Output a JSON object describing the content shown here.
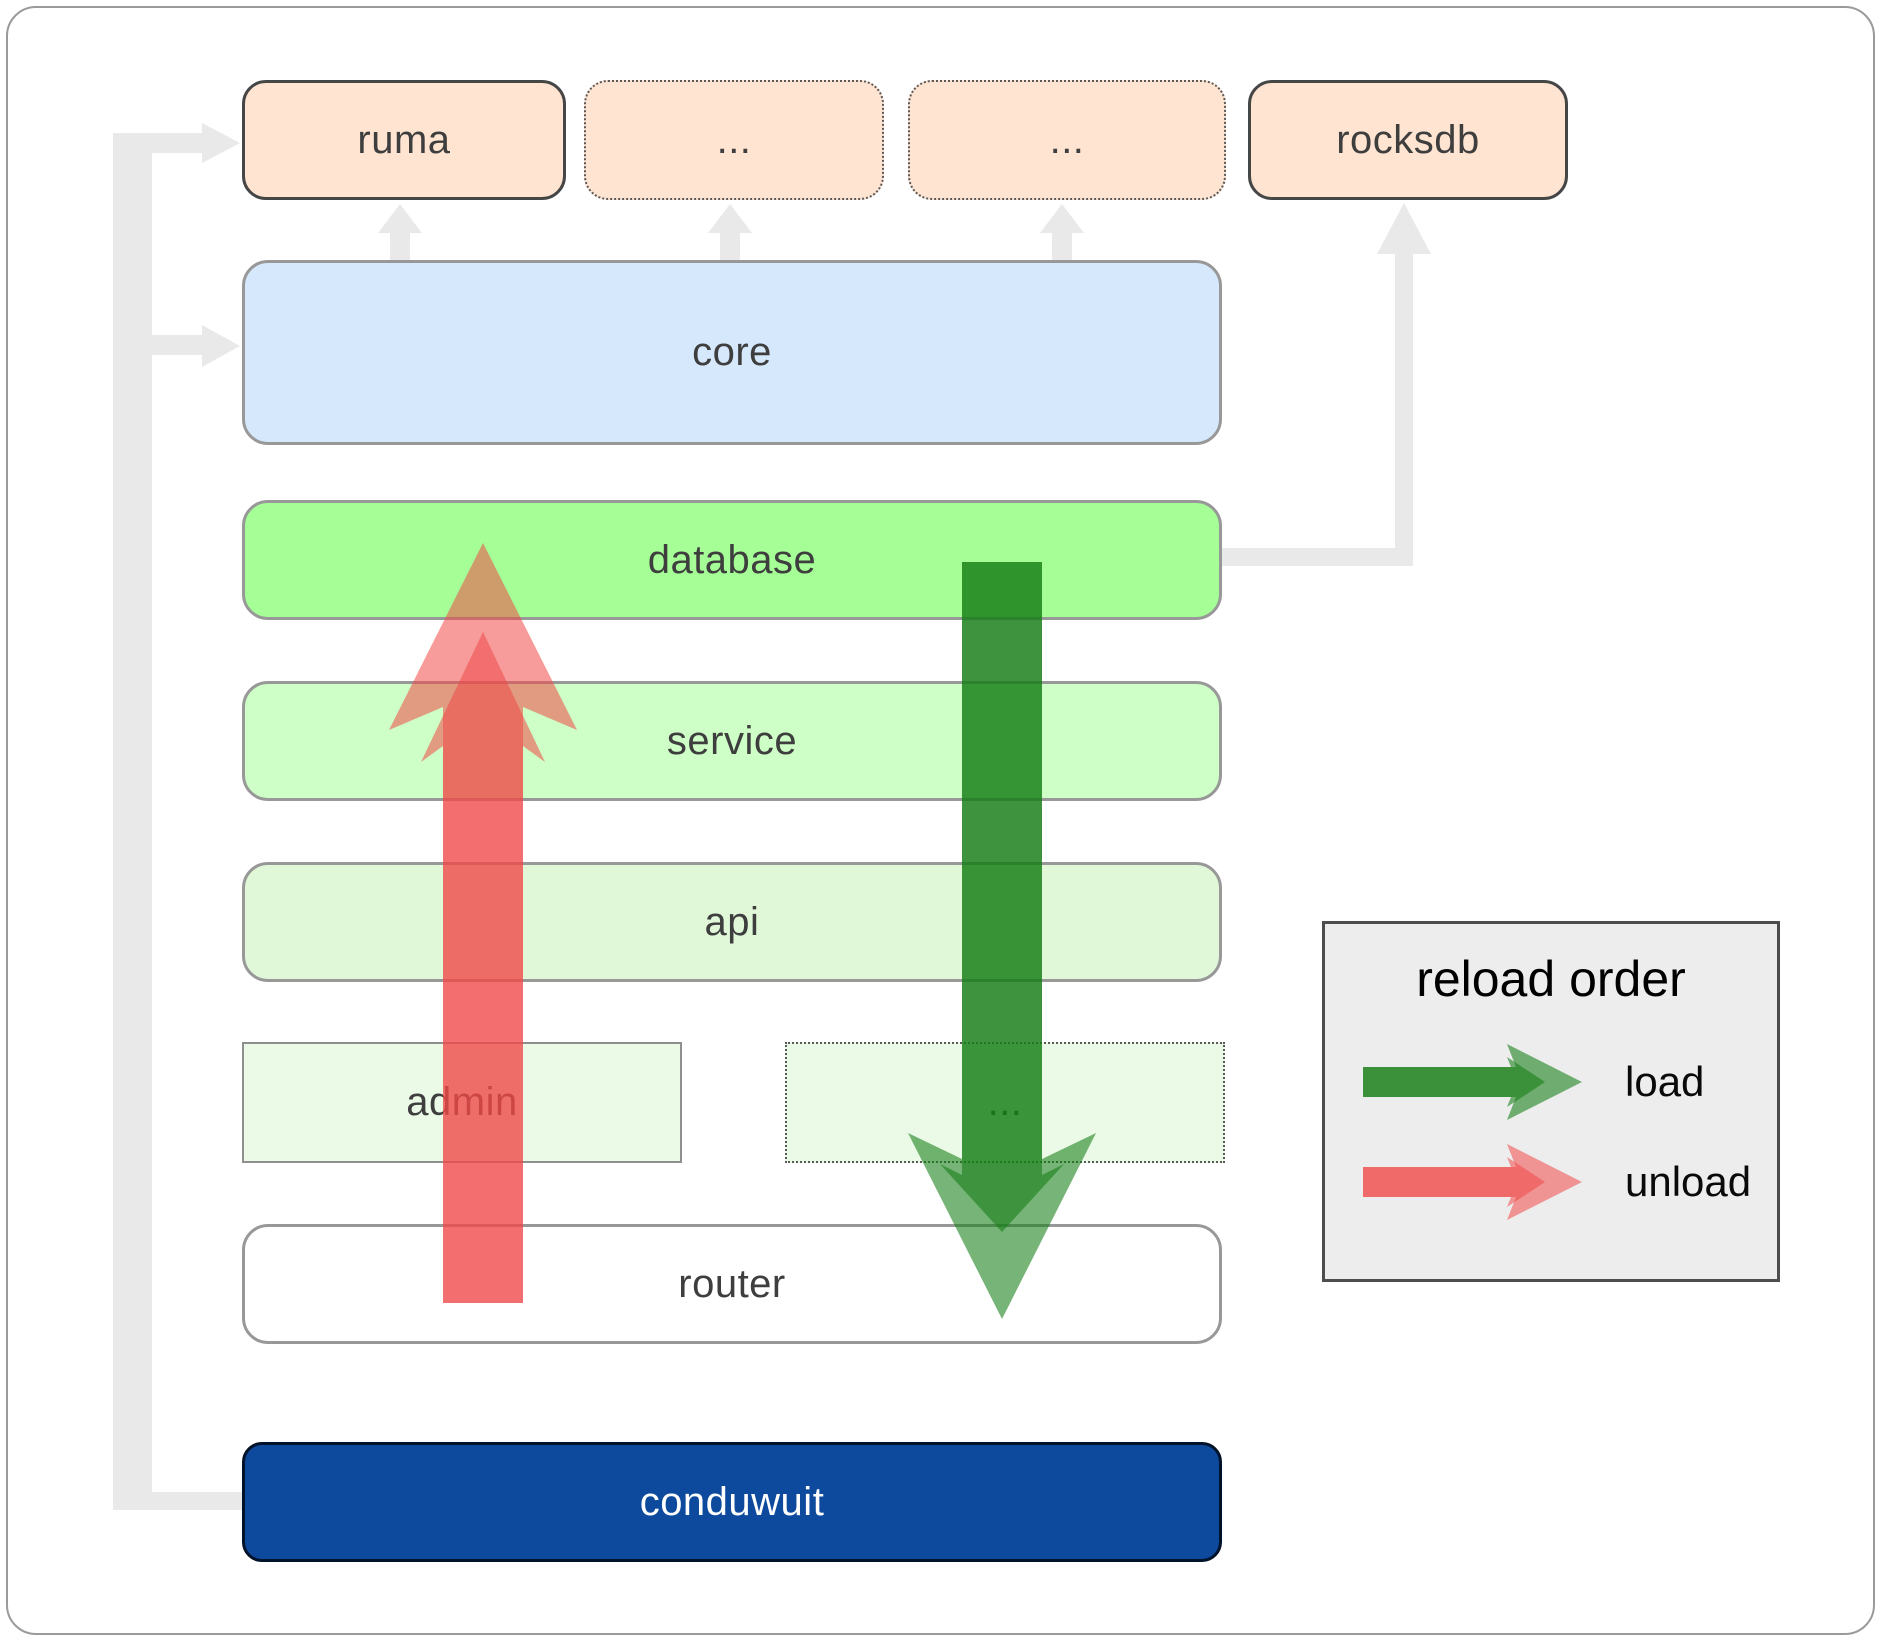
{
  "nodes": {
    "ruma": {
      "label": "ruma"
    },
    "ellipsis_top_left": {
      "label": "..."
    },
    "ellipsis_top_right": {
      "label": "..."
    },
    "rocksdb": {
      "label": "rocksdb"
    },
    "core": {
      "label": "core"
    },
    "database": {
      "label": "database"
    },
    "service": {
      "label": "service"
    },
    "api": {
      "label": "api"
    },
    "admin": {
      "label": "admin"
    },
    "ellipsis_modules": {
      "label": "..."
    },
    "router": {
      "label": "router"
    },
    "conduwuit": {
      "label": "conduwuit"
    }
  },
  "legend": {
    "title": "reload order",
    "items": [
      {
        "label": "load",
        "color": "#147d14"
      },
      {
        "label": "unload",
        "color": "#f04848"
      }
    ]
  },
  "colors": {
    "crate_fill": "#ffe5d1",
    "core_fill": "#d6e8fb",
    "database_fill": "#a5ff96",
    "service_fill": "#ceffc6",
    "api_fill": "#e0f8d8",
    "admin_fill": "#eafae6",
    "router_fill": "#ffffff",
    "conduwuit_fill": "#0d499c",
    "connector_gray": "#e9e9e9",
    "legend_bg": "#ededed"
  }
}
